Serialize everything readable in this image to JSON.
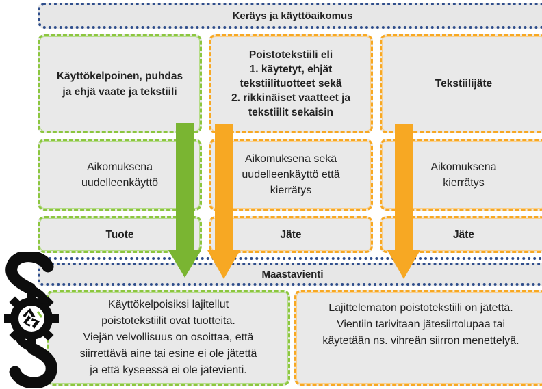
{
  "top_bar": {
    "label": "Keräys ja käyttöaikomus"
  },
  "export_bar": {
    "label": "Maastavienti"
  },
  "columns": [
    {
      "header_lines": [
        "Käyttökelpoinen, puhdas",
        "ja ehjä vaate ja tekstiili"
      ],
      "intent_lines": [
        "Aikomuksena",
        "uudelleenkäyttö"
      ],
      "status": "Tuote",
      "color": "#8cc63f"
    },
    {
      "header_lines": [
        "Poistotekstiili eli",
        "1. käytetyt, ehjät",
        "tekstiilituotteet sekä",
        "2. rikkinäiset vaatteet ja",
        "tekstiilit sekaisin"
      ],
      "intent_lines": [
        "Aikomuksena sekä",
        "uudelleenkäyttö että",
        "kierrätys"
      ],
      "status": "Jäte",
      "color": "#f7a823"
    },
    {
      "header_lines": [
        "Tekstiilijäte"
      ],
      "intent_lines": [
        "Aikomuksena",
        "kierrätys"
      ],
      "status": "Jäte",
      "color": "#f7a823"
    }
  ],
  "bottom_left": {
    "lines": [
      "Käyttökelpoisiksi lajitellut",
      "poistotekstiilit ovat tuotteita.",
      "Viejän velvollisuus on osoittaa, että",
      "siirrettävä aine tai esine ei ole jätettä",
      "ja että kyseessä ei ole jätevienti."
    ]
  },
  "bottom_right": {
    "lines": [
      "Lajittelematon poistotekstiili on jätettä.",
      "Vientiin tarivitaan jätesiirtolupaa tai",
      "käytetään ns. vihreän siirron menettelyä."
    ]
  },
  "colors": {
    "green": "#8cc63f",
    "orange": "#f7a823",
    "blue": "#2f4e8c",
    "box_bg": "#e9e9e9"
  },
  "icons": {
    "logo": "section-sign-recycle-gear-logo"
  }
}
